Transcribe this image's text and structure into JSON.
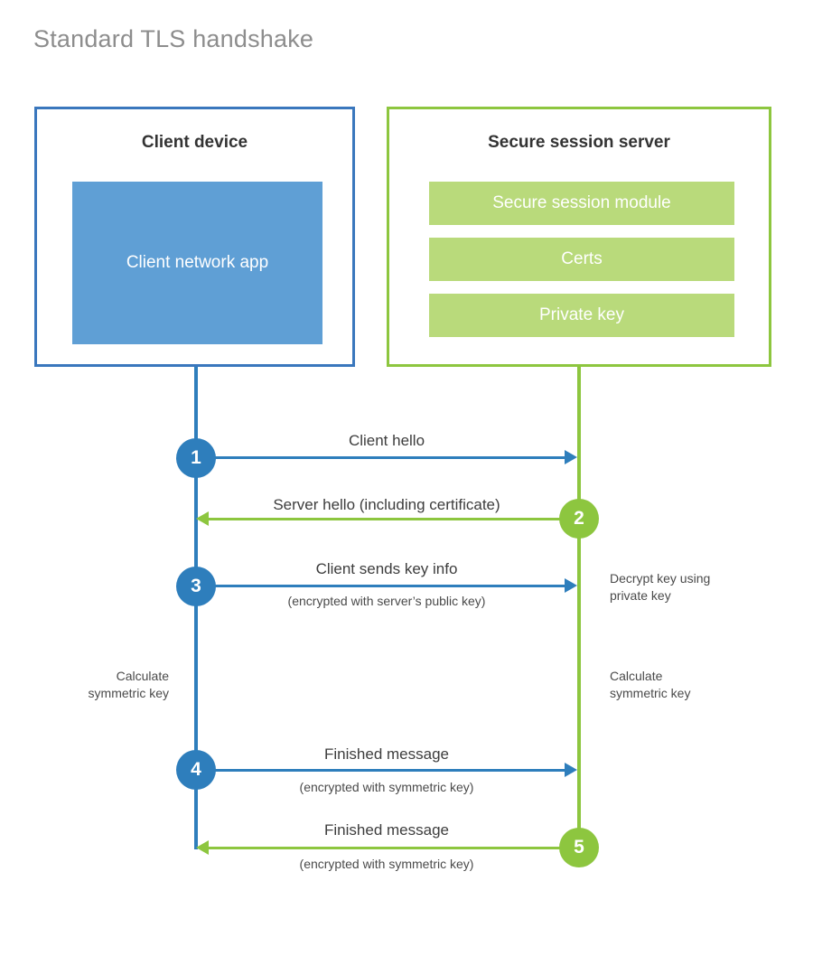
{
  "title": "Standard TLS handshake",
  "colors": {
    "client_accent": "#2e7ebc",
    "client_fill": "#5f9fd5",
    "server_accent": "#8dc63f",
    "server_fill": "#b9da7b",
    "title_text": "#8d8d8d",
    "heading_text": "#333333",
    "background": "#ffffff"
  },
  "client": {
    "title": "Client device",
    "app_label": "Client network app"
  },
  "server": {
    "title": "Secure session server",
    "blocks": [
      {
        "label": "Secure session module"
      },
      {
        "label": "Certs"
      },
      {
        "label": "Private key"
      }
    ]
  },
  "steps": [
    {
      "number": "1",
      "label": "Client hello",
      "sublabel": "",
      "direction": "client-to-server",
      "color": "#2e7ebc"
    },
    {
      "number": "2",
      "label": "Server hello (including certificate)",
      "sublabel": "",
      "direction": "server-to-client",
      "color": "#8dc63f"
    },
    {
      "number": "3",
      "label": "Client sends key info",
      "sublabel": "(encrypted with server’s public key)",
      "direction": "client-to-server",
      "color": "#2e7ebc"
    },
    {
      "number": "4",
      "label": "Finished message",
      "sublabel": "(encrypted with symmetric key)",
      "direction": "client-to-server",
      "color": "#2e7ebc"
    },
    {
      "number": "5",
      "label": "Finished message",
      "sublabel": "(encrypted with symmetric key)",
      "direction": "server-to-client",
      "color": "#8dc63f"
    }
  ],
  "notes": {
    "server_decrypt": "Decrypt key using\nprivate key",
    "client_calculate": "Calculate\nsymmetric key",
    "server_calculate": "Calculate\nsymmetric key"
  }
}
